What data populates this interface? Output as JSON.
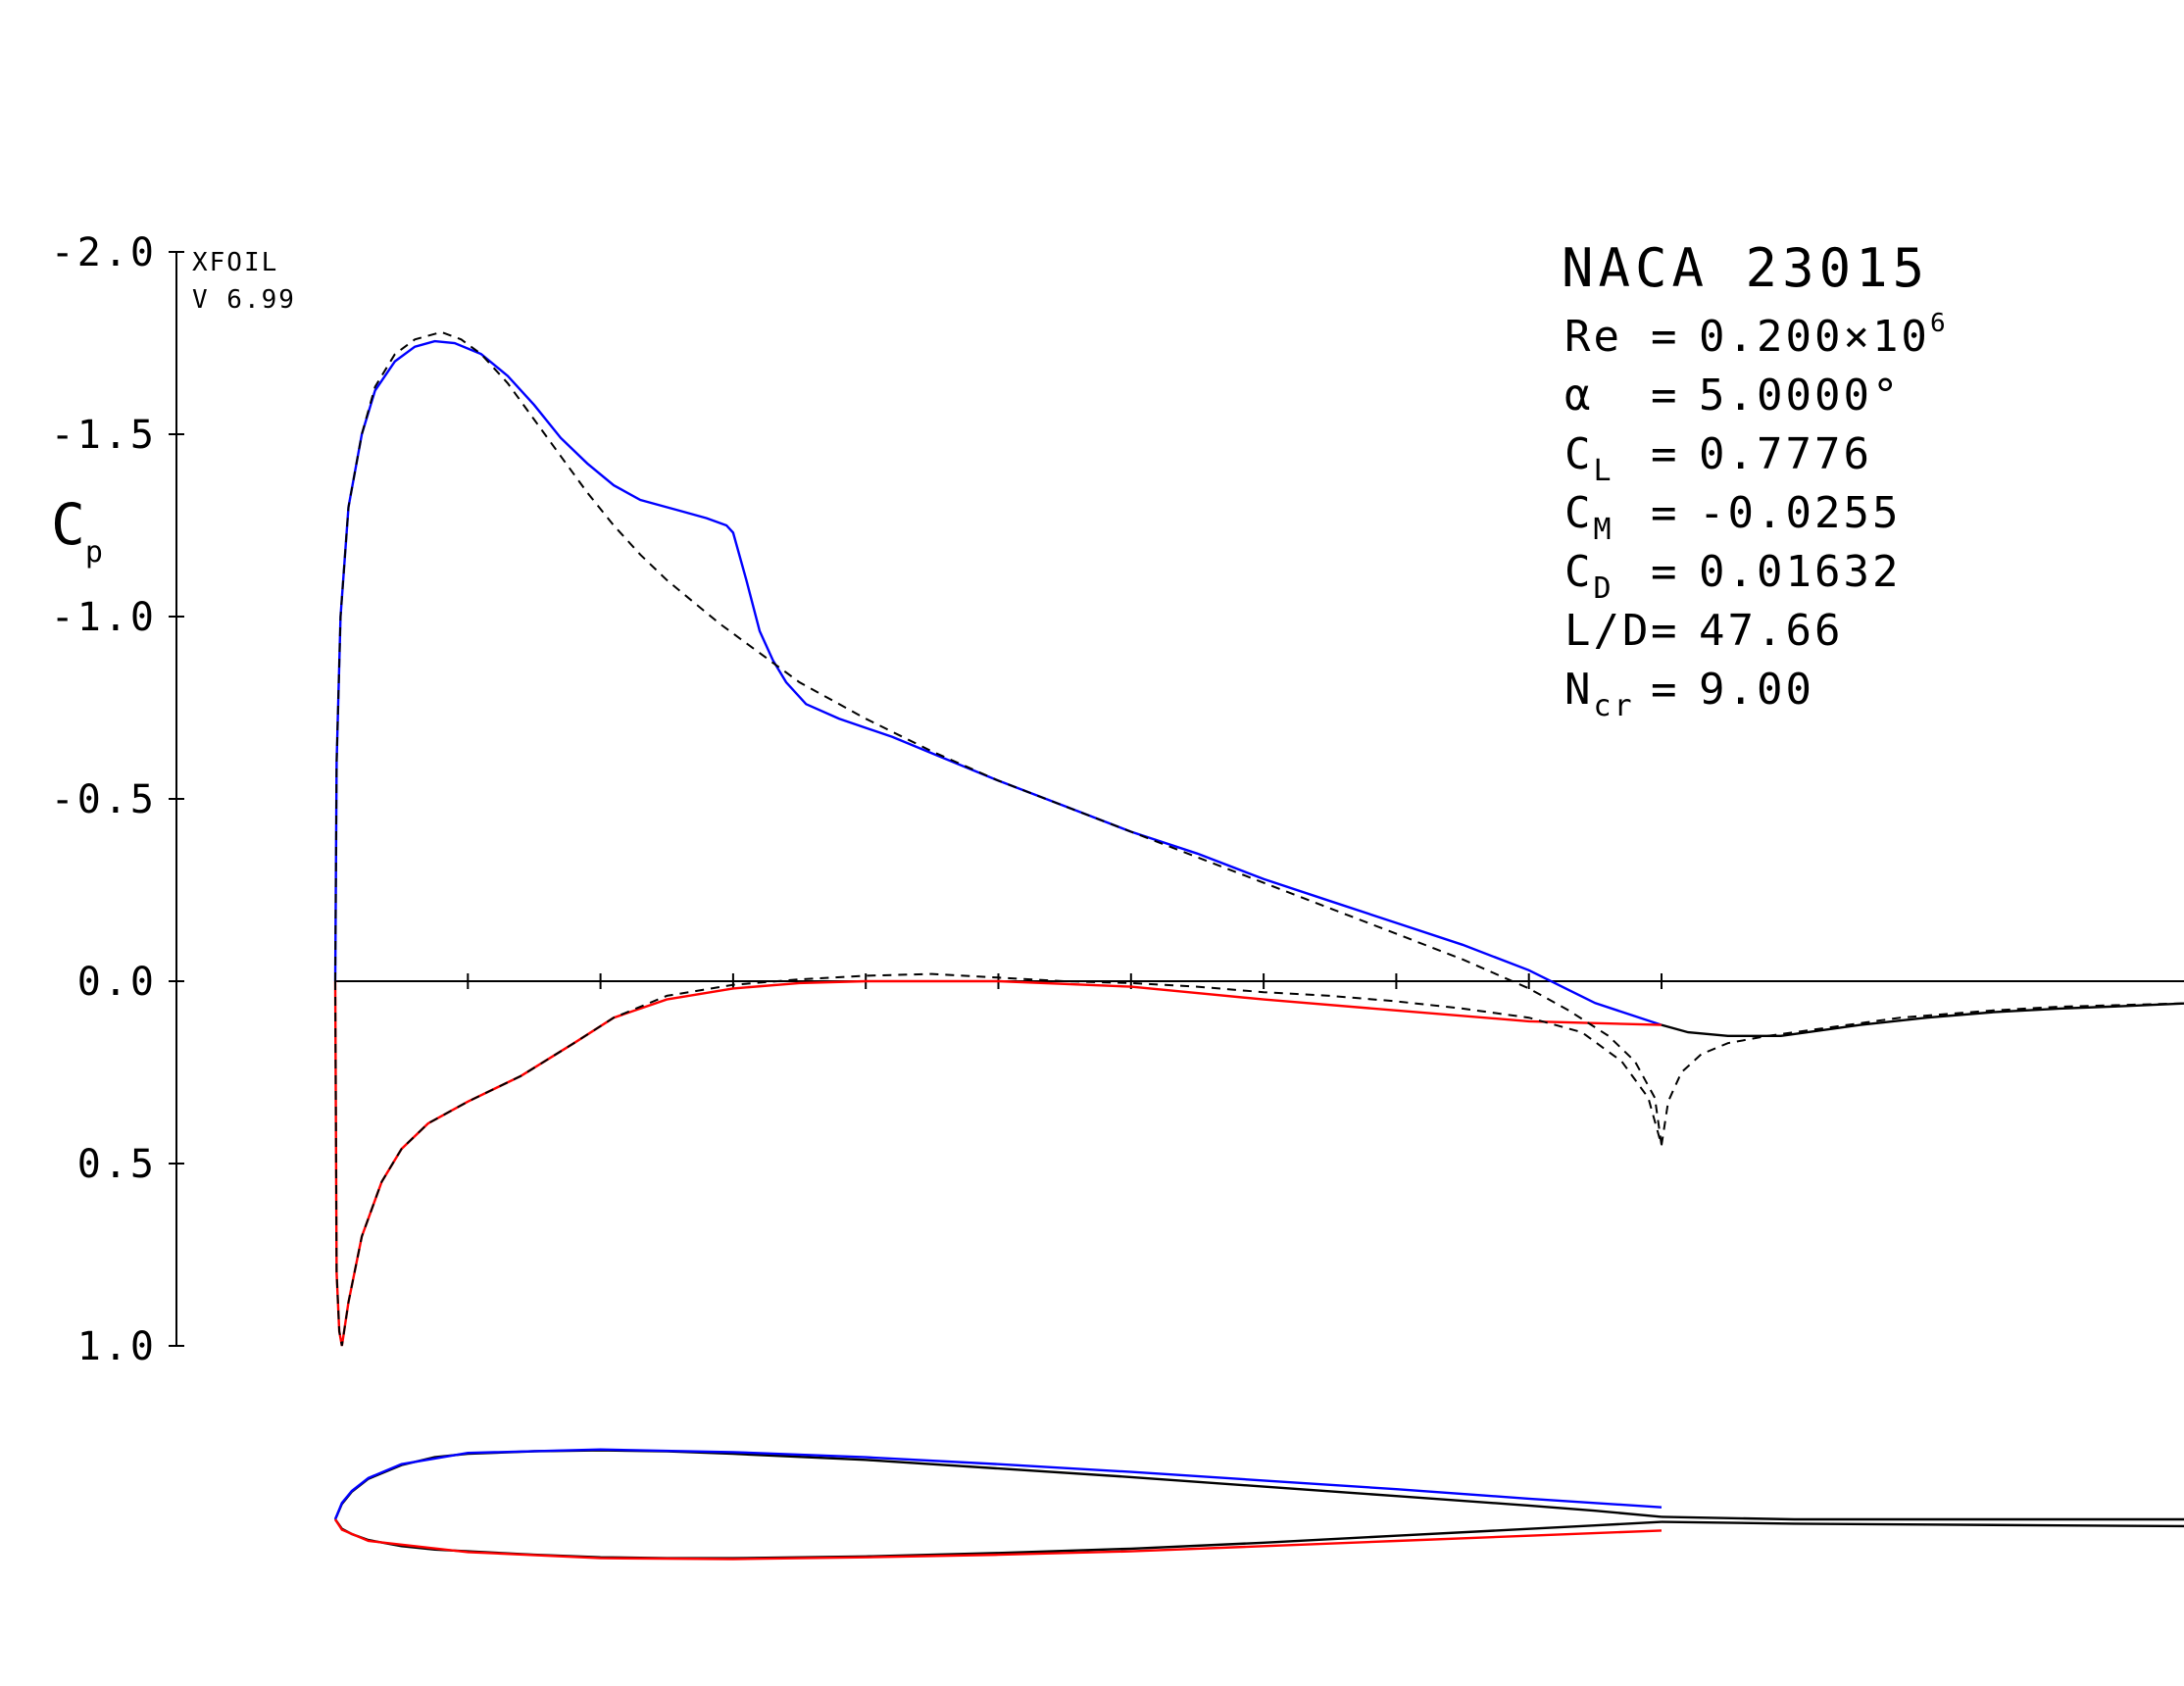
{
  "header": {
    "program": "XFOIL",
    "version": "V 6.99",
    "airfoil": "NACA 23015"
  },
  "results": {
    "re_label": "Re",
    "re_mantissa": "0.200",
    "re_times": "×10",
    "re_exp": "6",
    "alpha_label": "α",
    "alpha_value": "5.0000°",
    "cl_base": "C",
    "cl_sub": "L",
    "cl_value": "0.7776",
    "cm_base": "C",
    "cm_sub": "M",
    "cm_value": "-0.0255",
    "cd_base": "C",
    "cd_sub": "D",
    "cd_value": "0.01632",
    "ld_label": "L/D",
    "ld_value": "47.66",
    "ncr_base": "N",
    "ncr_sub": "cr",
    "ncr_value": "9.00",
    "eq": "="
  },
  "colors": {
    "upper_surface": "#0000ff",
    "lower_surface": "#ff0000",
    "inviscid": "#000000",
    "axis": "#000000"
  },
  "chart_data": {
    "type": "line",
    "title": "NACA 23015",
    "ylabel_base": "C",
    "ylabel_sub": "p",
    "y_inverted": true,
    "ylim": [
      -2.0,
      1.0
    ],
    "yticks": [
      -2.0,
      -1.5,
      -1.0,
      -0.5,
      0.0,
      0.5,
      1.0
    ],
    "ytick_labels": [
      "-2.0",
      "-1.5",
      "-1.0",
      "-0.5",
      "0.0",
      "0.5",
      "1.0"
    ],
    "x_ticks": [
      0.0,
      0.1,
      0.2,
      0.3,
      0.4,
      0.5,
      0.6,
      0.7,
      0.8,
      0.9,
      1.0
    ],
    "xlim": [
      0.0,
      1.4
    ],
    "grid": false,
    "series": [
      {
        "key": "upper_viscous",
        "style": "solid",
        "points": [
          [
            0.0,
            0.0
          ],
          [
            0.001,
            -0.6
          ],
          [
            0.004,
            -1.0
          ],
          [
            0.01,
            -1.3
          ],
          [
            0.02,
            -1.5
          ],
          [
            0.03,
            -1.62
          ],
          [
            0.045,
            -1.7
          ],
          [
            0.06,
            -1.74
          ],
          [
            0.075,
            -1.755
          ],
          [
            0.09,
            -1.75
          ],
          [
            0.11,
            -1.72
          ],
          [
            0.13,
            -1.66
          ],
          [
            0.15,
            -1.58
          ],
          [
            0.17,
            -1.49
          ],
          [
            0.19,
            -1.42
          ],
          [
            0.21,
            -1.36
          ],
          [
            0.23,
            -1.32
          ],
          [
            0.26,
            -1.29
          ],
          [
            0.28,
            -1.27
          ],
          [
            0.295,
            -1.25
          ],
          [
            0.3,
            -1.23
          ],
          [
            0.31,
            -1.1
          ],
          [
            0.32,
            -0.96
          ],
          [
            0.33,
            -0.88
          ],
          [
            0.34,
            -0.82
          ],
          [
            0.355,
            -0.76
          ],
          [
            0.38,
            -0.72
          ],
          [
            0.42,
            -0.67
          ],
          [
            0.46,
            -0.61
          ],
          [
            0.5,
            -0.55
          ],
          [
            0.55,
            -0.48
          ],
          [
            0.6,
            -0.41
          ],
          [
            0.65,
            -0.35
          ],
          [
            0.7,
            -0.28
          ],
          [
            0.75,
            -0.22
          ],
          [
            0.8,
            -0.16
          ],
          [
            0.85,
            -0.1
          ],
          [
            0.9,
            -0.03
          ],
          [
            0.95,
            0.06
          ],
          [
            1.0,
            0.12
          ]
        ]
      },
      {
        "key": "lower_viscous",
        "style": "solid",
        "points": [
          [
            0.0,
            0.0
          ],
          [
            0.001,
            0.8
          ],
          [
            0.003,
            0.96
          ],
          [
            0.005,
            1.0
          ],
          [
            0.01,
            0.88
          ],
          [
            0.02,
            0.7
          ],
          [
            0.035,
            0.55
          ],
          [
            0.05,
            0.46
          ],
          [
            0.07,
            0.39
          ],
          [
            0.1,
            0.33
          ],
          [
            0.14,
            0.26
          ],
          [
            0.18,
            0.17
          ],
          [
            0.21,
            0.1
          ],
          [
            0.25,
            0.05
          ],
          [
            0.3,
            0.02
          ],
          [
            0.35,
            0.005
          ],
          [
            0.4,
            0.0
          ],
          [
            0.5,
            0.0
          ],
          [
            0.6,
            0.015
          ],
          [
            0.7,
            0.05
          ],
          [
            0.8,
            0.08
          ],
          [
            0.9,
            0.11
          ],
          [
            1.0,
            0.12
          ]
        ]
      },
      {
        "key": "upper_inviscid",
        "style": "dashed",
        "points": [
          [
            0.0,
            0.0
          ],
          [
            0.001,
            -0.6
          ],
          [
            0.004,
            -1.0
          ],
          [
            0.01,
            -1.3
          ],
          [
            0.02,
            -1.5
          ],
          [
            0.03,
            -1.63
          ],
          [
            0.045,
            -1.72
          ],
          [
            0.06,
            -1.76
          ],
          [
            0.08,
            -1.78
          ],
          [
            0.095,
            -1.76
          ],
          [
            0.11,
            -1.72
          ],
          [
            0.13,
            -1.64
          ],
          [
            0.15,
            -1.54
          ],
          [
            0.17,
            -1.44
          ],
          [
            0.19,
            -1.34
          ],
          [
            0.21,
            -1.25
          ],
          [
            0.23,
            -1.17
          ],
          [
            0.25,
            -1.1
          ],
          [
            0.27,
            -1.04
          ],
          [
            0.29,
            -0.98
          ],
          [
            0.32,
            -0.9
          ],
          [
            0.35,
            -0.82
          ],
          [
            0.4,
            -0.72
          ],
          [
            0.45,
            -0.63
          ],
          [
            0.5,
            -0.55
          ],
          [
            0.55,
            -0.48
          ],
          [
            0.6,
            -0.41
          ],
          [
            0.65,
            -0.34
          ],
          [
            0.7,
            -0.27
          ],
          [
            0.75,
            -0.2
          ],
          [
            0.8,
            -0.13
          ],
          [
            0.85,
            -0.06
          ],
          [
            0.9,
            0.02
          ],
          [
            0.93,
            0.08
          ],
          [
            0.96,
            0.15
          ],
          [
            0.98,
            0.22
          ],
          [
            0.995,
            0.32
          ],
          [
            1.0,
            0.45
          ]
        ]
      },
      {
        "key": "lower_inviscid",
        "style": "dashed",
        "points": [
          [
            0.0,
            0.0
          ],
          [
            0.001,
            0.8
          ],
          [
            0.003,
            0.96
          ],
          [
            0.005,
            1.0
          ],
          [
            0.01,
            0.88
          ],
          [
            0.02,
            0.7
          ],
          [
            0.035,
            0.55
          ],
          [
            0.05,
            0.46
          ],
          [
            0.07,
            0.39
          ],
          [
            0.1,
            0.33
          ],
          [
            0.14,
            0.26
          ],
          [
            0.18,
            0.17
          ],
          [
            0.21,
            0.1
          ],
          [
            0.25,
            0.04
          ],
          [
            0.3,
            0.01
          ],
          [
            0.35,
            -0.005
          ],
          [
            0.4,
            -0.015
          ],
          [
            0.45,
            -0.02
          ],
          [
            0.5,
            -0.01
          ],
          [
            0.55,
            0.0
          ],
          [
            0.6,
            0.005
          ],
          [
            0.65,
            0.015
          ],
          [
            0.7,
            0.03
          ],
          [
            0.75,
            0.04
          ],
          [
            0.8,
            0.055
          ],
          [
            0.85,
            0.075
          ],
          [
            0.9,
            0.1
          ],
          [
            0.94,
            0.14
          ],
          [
            0.97,
            0.22
          ],
          [
            0.99,
            0.32
          ],
          [
            1.0,
            0.45
          ]
        ]
      },
      {
        "key": "wake_viscous",
        "style": "solid",
        "points": [
          [
            1.0,
            0.12
          ],
          [
            1.02,
            0.14
          ],
          [
            1.05,
            0.15
          ],
          [
            1.09,
            0.15
          ],
          [
            1.15,
            0.12
          ],
          [
            1.2,
            0.1
          ],
          [
            1.25,
            0.085
          ],
          [
            1.3,
            0.075
          ],
          [
            1.35,
            0.068
          ],
          [
            1.4,
            0.06
          ]
        ]
      },
      {
        "key": "wake_inviscid",
        "style": "dashed",
        "points": [
          [
            1.0,
            0.45
          ],
          [
            1.005,
            0.33
          ],
          [
            1.015,
            0.25
          ],
          [
            1.03,
            0.2
          ],
          [
            1.05,
            0.17
          ],
          [
            1.08,
            0.15
          ],
          [
            1.12,
            0.13
          ],
          [
            1.18,
            0.1
          ],
          [
            1.25,
            0.08
          ],
          [
            1.3,
            0.07
          ],
          [
            1.35,
            0.065
          ],
          [
            1.4,
            0.06
          ]
        ]
      }
    ],
    "geometry": {
      "upper_surface": [
        [
          0.0,
          0.0
        ],
        [
          0.005,
          0.018
        ],
        [
          0.0125,
          0.032
        ],
        [
          0.025,
          0.047
        ],
        [
          0.05,
          0.063
        ],
        [
          0.075,
          0.072
        ],
        [
          0.1,
          0.076
        ],
        [
          0.15,
          0.079
        ],
        [
          0.2,
          0.08
        ],
        [
          0.25,
          0.079
        ],
        [
          0.3,
          0.076
        ],
        [
          0.4,
          0.069
        ],
        [
          0.5,
          0.059
        ],
        [
          0.6,
          0.049
        ],
        [
          0.7,
          0.038
        ],
        [
          0.8,
          0.027
        ],
        [
          0.9,
          0.016
        ],
        [
          0.95,
          0.01
        ],
        [
          1.0,
          0.003
        ]
      ],
      "lower_surface": [
        [
          0.0,
          0.0
        ],
        [
          0.005,
          -0.011
        ],
        [
          0.0125,
          -0.017
        ],
        [
          0.025,
          -0.024
        ],
        [
          0.05,
          -0.031
        ],
        [
          0.075,
          -0.035
        ],
        [
          0.1,
          -0.037
        ],
        [
          0.15,
          -0.041
        ],
        [
          0.2,
          -0.044
        ],
        [
          0.25,
          -0.045
        ],
        [
          0.3,
          -0.045
        ],
        [
          0.4,
          -0.043
        ],
        [
          0.5,
          -0.039
        ],
        [
          0.6,
          -0.034
        ],
        [
          0.7,
          -0.027
        ],
        [
          0.8,
          -0.019
        ],
        [
          0.9,
          -0.011
        ],
        [
          0.95,
          -0.007
        ],
        [
          1.0,
          -0.003
        ]
      ],
      "bl_upper": [
        [
          0.0,
          0.0
        ],
        [
          0.005,
          0.019
        ],
        [
          0.0125,
          0.033
        ],
        [
          0.025,
          0.048
        ],
        [
          0.05,
          0.064
        ],
        [
          0.1,
          0.077
        ],
        [
          0.2,
          0.081
        ],
        [
          0.3,
          0.078
        ],
        [
          0.4,
          0.072
        ],
        [
          0.5,
          0.064
        ],
        [
          0.6,
          0.055
        ],
        [
          0.7,
          0.045
        ],
        [
          0.8,
          0.035
        ],
        [
          0.9,
          0.024
        ],
        [
          1.0,
          0.014
        ]
      ],
      "bl_lower": [
        [
          0.0,
          0.0
        ],
        [
          0.005,
          -0.012
        ],
        [
          0.025,
          -0.025
        ],
        [
          0.1,
          -0.038
        ],
        [
          0.2,
          -0.045
        ],
        [
          0.3,
          -0.046
        ],
        [
          0.4,
          -0.044
        ],
        [
          0.5,
          -0.041
        ],
        [
          0.6,
          -0.037
        ],
        [
          0.7,
          -0.031
        ],
        [
          0.8,
          -0.025
        ],
        [
          0.9,
          -0.019
        ],
        [
          1.0,
          -0.013
        ]
      ],
      "wake_upper": [
        [
          1.0,
          0.003
        ],
        [
          1.1,
          0.0
        ],
        [
          1.2,
          0.0
        ],
        [
          1.3,
          0.0
        ],
        [
          1.4,
          0.0
        ]
      ],
      "wake_lower": [
        [
          1.0,
          -0.003
        ],
        [
          1.1,
          -0.005
        ],
        [
          1.2,
          -0.006
        ],
        [
          1.3,
          -0.007
        ],
        [
          1.4,
          -0.008
        ]
      ]
    }
  }
}
